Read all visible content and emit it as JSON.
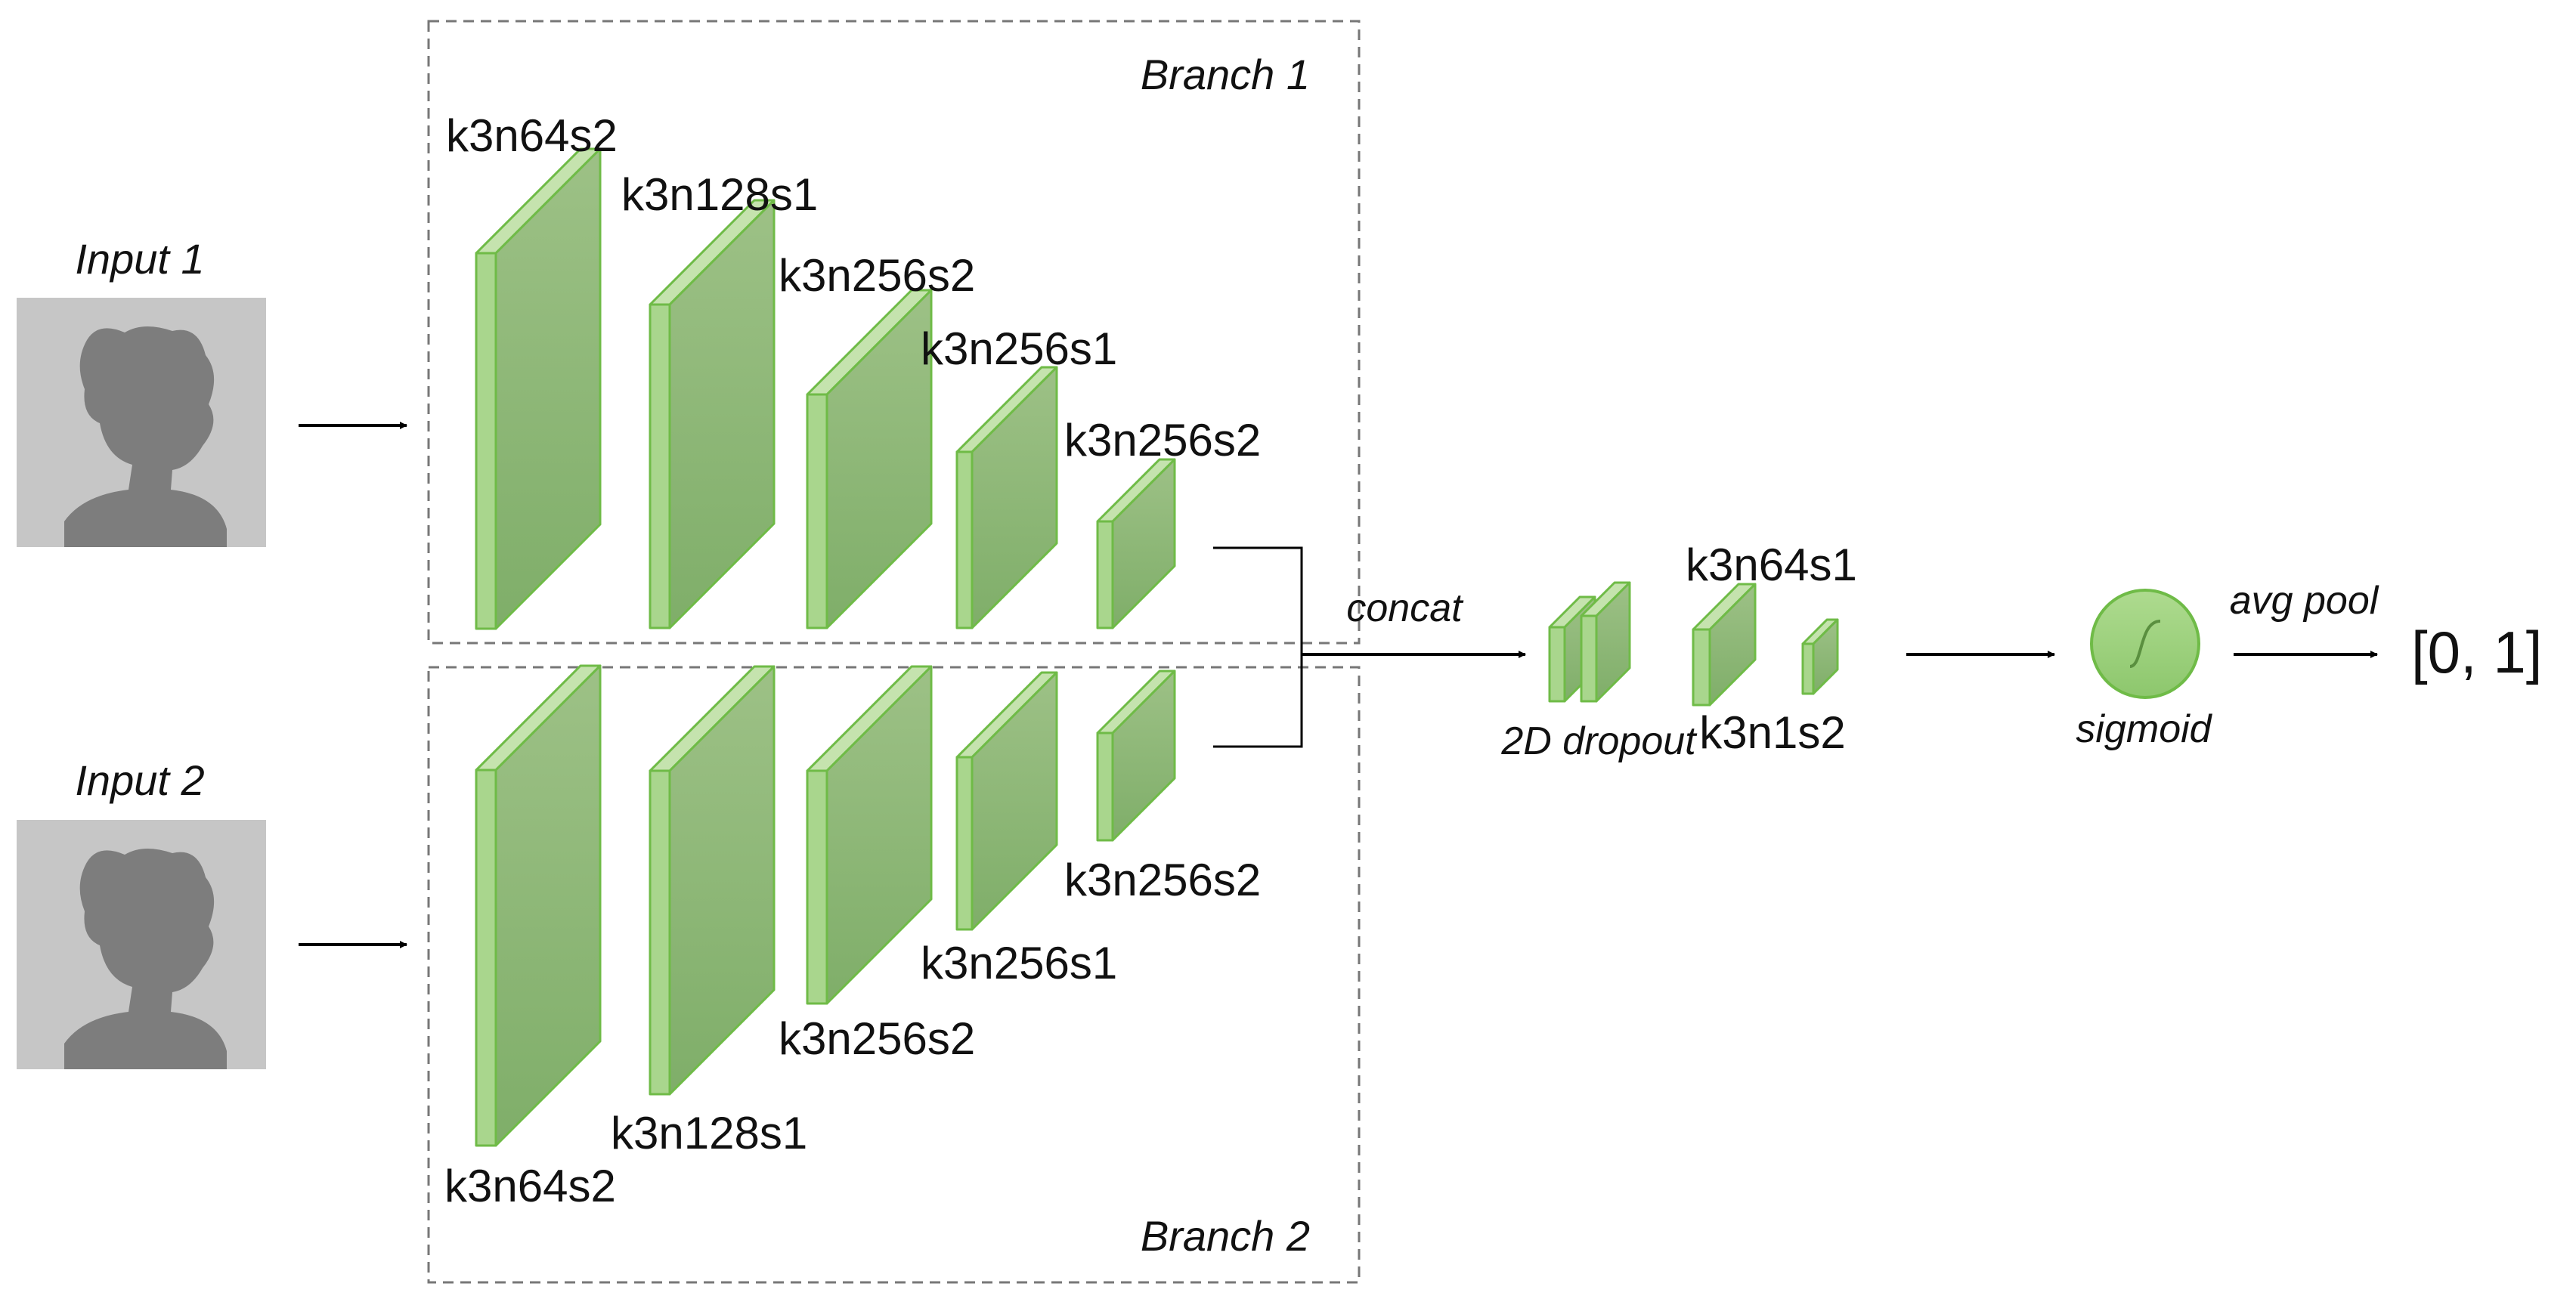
{
  "inputs": [
    {
      "label": "Input 1"
    },
    {
      "label": "Input 2"
    }
  ],
  "branches": [
    {
      "label": "Branch 1",
      "layers": [
        "k3n64s2",
        "k3n128s1",
        "k3n256s2",
        "k3n256s1",
        "k3n256s2"
      ]
    },
    {
      "label": "Branch 2",
      "layers": [
        "k3n64s2",
        "k3n128s1",
        "k3n256s2",
        "k3n256s1",
        "k3n256s2"
      ]
    }
  ],
  "merge": {
    "concat_label": "concat",
    "dropout_label": "2D dropout",
    "conv1_label": "k3n64s1",
    "conv2_label": "k3n1s2",
    "sigmoid_label": "sigmoid",
    "pool_label": "avg pool",
    "output_label": "[0, 1]"
  },
  "colors": {
    "block_front": "#8fb877",
    "block_top": "#c5e3ae",
    "block_side": "#a9d68d",
    "block_edge": "#6fbb47",
    "input_bg": "#c6c6c6",
    "silhouette": "#7d7d7d",
    "dashed_border": "#777777"
  }
}
